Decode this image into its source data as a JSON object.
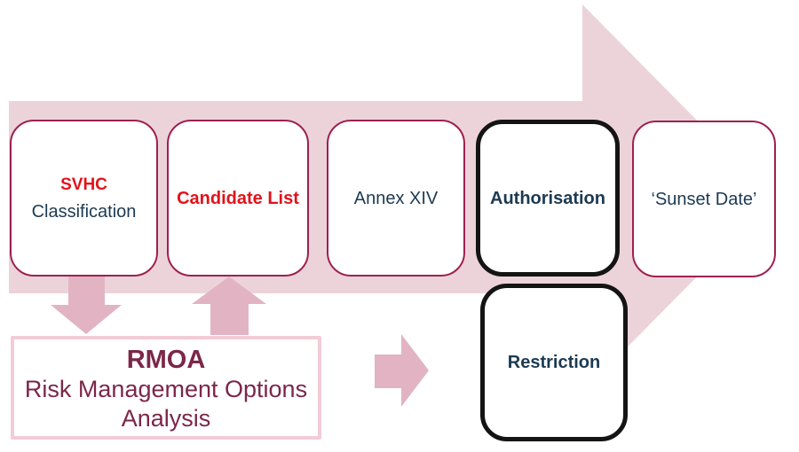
{
  "colors": {
    "band": "#ecd3da",
    "accent": "#e2b4c3",
    "crimson": "#9e2050",
    "navy": "#1c3a52",
    "red": "#e2131b",
    "maroon": "#7b2748",
    "rmoaBorder": "#f2ccd7",
    "ink": "#141414"
  },
  "icons": {
    "main_flow": "large-right-arrow",
    "svhc_to_rmoa": "down-arrow",
    "rmoa_to_candidate": "up-arrow",
    "rmoa_to_restriction": "right-arrow"
  },
  "flow": {
    "svhc": {
      "line1": "SVHC",
      "line2": "Classification"
    },
    "candidate_list": {
      "label": "Candidate List"
    },
    "annex_xiv": {
      "label": "Annex XIV"
    },
    "authorisation": {
      "label": "Authorisation"
    },
    "sunset_date": {
      "label": "‘Sunset Date’"
    },
    "restriction": {
      "label": "Restriction"
    },
    "rmoa": {
      "acronym": "RMOA",
      "line2": "Risk Management Options",
      "line3": "Analysis"
    }
  }
}
